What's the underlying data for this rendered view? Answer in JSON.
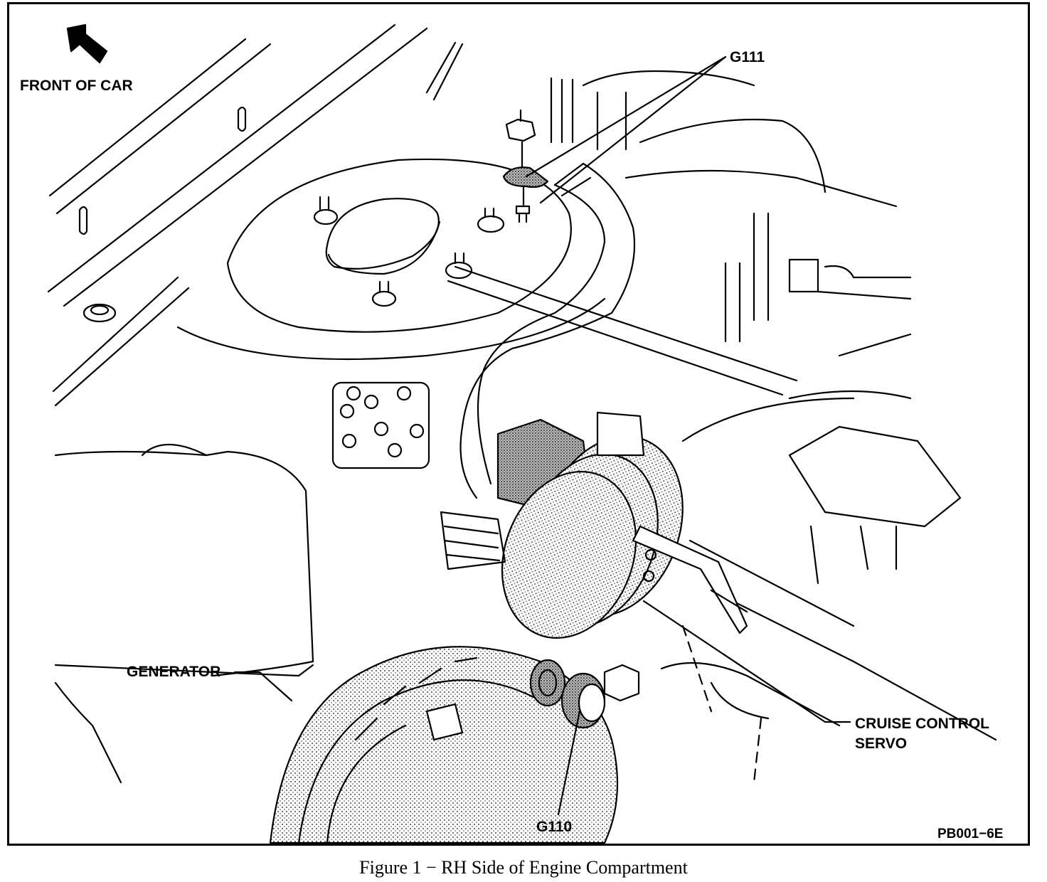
{
  "labels": {
    "front_of_car": "FRONT OF CAR",
    "g111": "G111",
    "generator": "GENERATOR",
    "cruise_control_line1": "CRUISE CONTROL",
    "cruise_control_line2": "SERVO",
    "g110": "G110",
    "part_code": "PB001−6E"
  },
  "caption": "Figure 1 − RH Side of Engine Compartment"
}
